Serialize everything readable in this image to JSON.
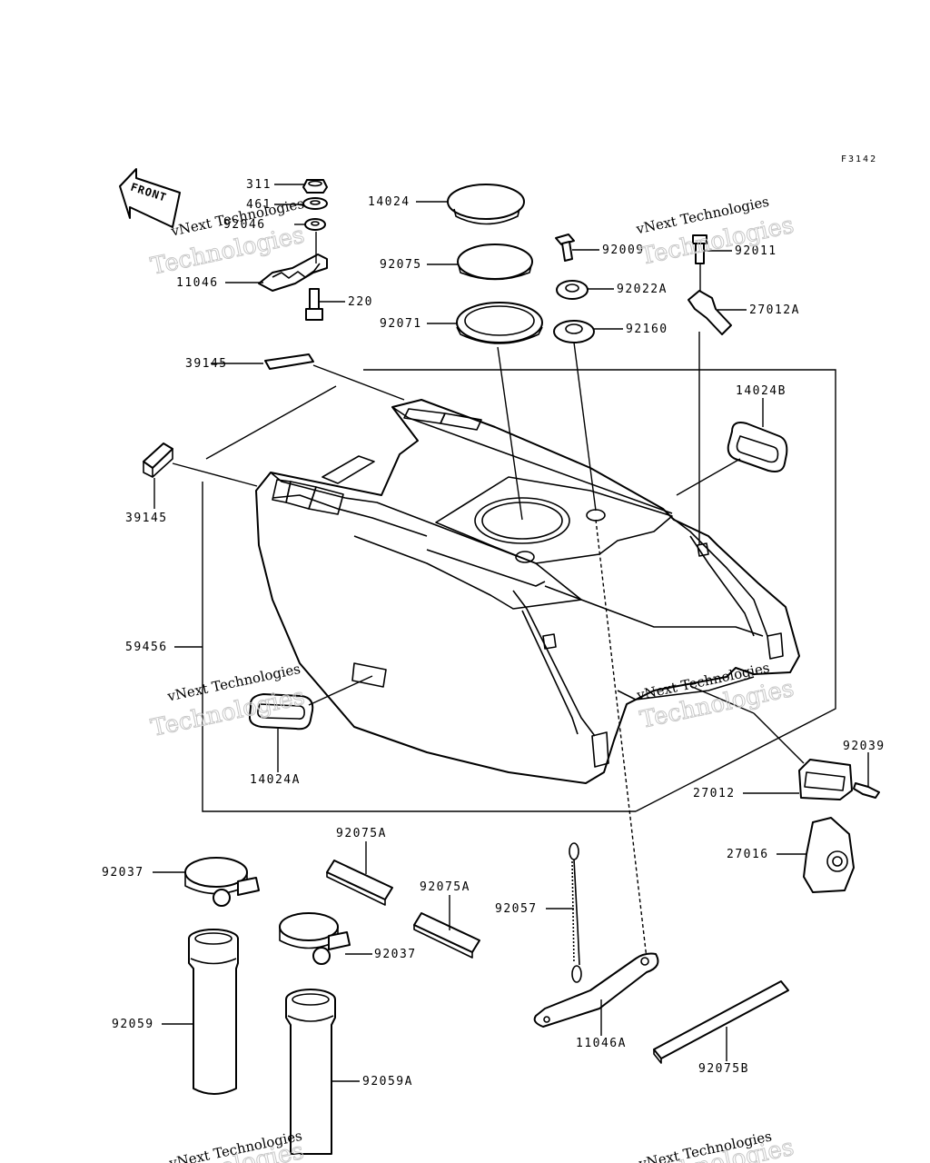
{
  "diagram_code": "F3142",
  "front_label": "FRONT",
  "watermark": {
    "line1": "vNext Technologies",
    "line2": "Technologies"
  },
  "parts": [
    {
      "id": "p311",
      "number": "311"
    },
    {
      "id": "p461",
      "number": "461"
    },
    {
      "id": "p92046",
      "number": "92046"
    },
    {
      "id": "p11046",
      "number": "11046"
    },
    {
      "id": "p220",
      "number": "220"
    },
    {
      "id": "p14024",
      "number": "14024"
    },
    {
      "id": "p92075",
      "number": "92075"
    },
    {
      "id": "p92071",
      "number": "92071"
    },
    {
      "id": "p92009",
      "number": "92009"
    },
    {
      "id": "p92022A",
      "number": "92022A"
    },
    {
      "id": "p92160",
      "number": "92160"
    },
    {
      "id": "p92011",
      "number": "92011"
    },
    {
      "id": "p27012A",
      "number": "27012A"
    },
    {
      "id": "p39145a",
      "number": "39145"
    },
    {
      "id": "p14024B",
      "number": "14024B"
    },
    {
      "id": "p39145b",
      "number": "39145"
    },
    {
      "id": "p59456",
      "number": "59456"
    },
    {
      "id": "p14024A",
      "number": "14024A"
    },
    {
      "id": "p92039",
      "number": "92039"
    },
    {
      "id": "p27012",
      "number": "27012"
    },
    {
      "id": "p27016",
      "number": "27016"
    },
    {
      "id": "p92075A1",
      "number": "92075A"
    },
    {
      "id": "p92075A2",
      "number": "92075A"
    },
    {
      "id": "p92037a",
      "number": "92037"
    },
    {
      "id": "p92037b",
      "number": "92037"
    },
    {
      "id": "p92057",
      "number": "92057"
    },
    {
      "id": "p92059",
      "number": "92059"
    },
    {
      "id": "p92059A",
      "number": "92059A"
    },
    {
      "id": "p11046A",
      "number": "11046A"
    },
    {
      "id": "p92075B",
      "number": "92075B"
    }
  ]
}
